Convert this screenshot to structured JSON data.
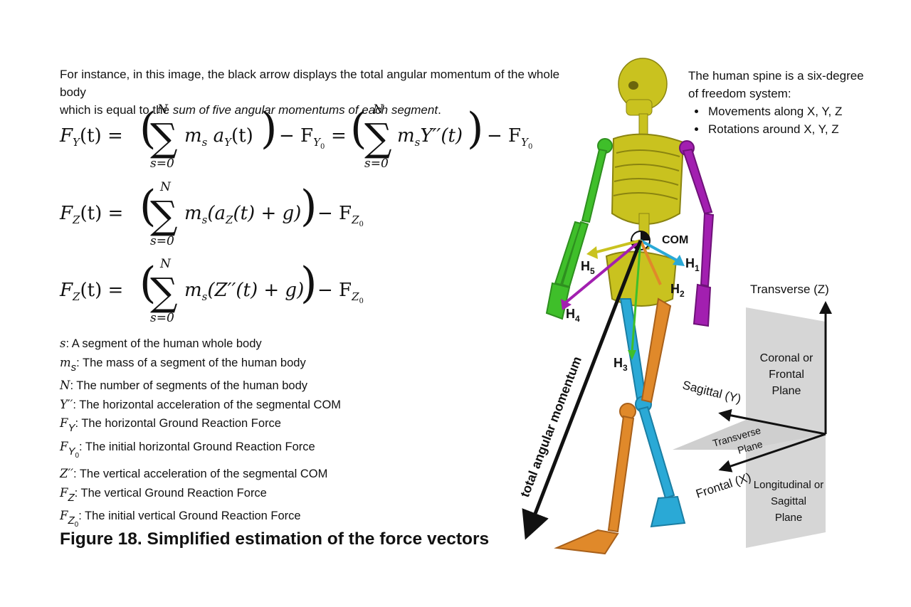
{
  "intro": {
    "line1": "For instance, in this image, the black arrow displays the total angular momentum of the whole body",
    "line2_plain": "which is equal to the ",
    "line2_italic": "sum of five angular momentums of each segment",
    "line2_end": "."
  },
  "equations": {
    "eq1": {
      "lhs": "F",
      "lhs_sub": "Y",
      "lhs_arg": "(t) =",
      "sum_top": "N",
      "sum_bottom": "s=0",
      "term_a": "m",
      "term_a_sub": "s",
      "term_a_rest": " a",
      "term_a_rest_sub": "Y",
      "term_a_end": "(t)",
      "minus1": "− F",
      "minus1_sub": "Y",
      "minus1_subsub": "0",
      "equals": "=",
      "term_b": "m",
      "term_b_sub": "s",
      "term_b_rest": "Y′′(t)",
      "minus2": "− F",
      "minus2_sub": "Y",
      "minus2_subsub": "0"
    },
    "eq2": {
      "lhs": "F",
      "lhs_sub": "Z",
      "lhs_arg": "(t) =",
      "sum_top": "N",
      "sum_bottom": "s=0",
      "term": "m",
      "term_sub": "s",
      "term_rest1": "(a",
      "term_rest_sub": "Z",
      "term_rest2": "(t) + g)",
      "minus": "− F",
      "minus_sub": "Z",
      "minus_subsub": "0"
    },
    "eq3": {
      "lhs": "F",
      "lhs_sub": "Z",
      "lhs_arg": "(t) =",
      "sum_top": "N",
      "sum_bottom": "s=0",
      "term": "m",
      "term_sub": "s",
      "term_rest": "(Z′′(t) + g)",
      "minus": "− F",
      "minus_sub": "Z",
      "minus_subsub": "0"
    }
  },
  "definitions": [
    {
      "sym": "s",
      "sym_sub": "",
      "sym_subsub": "",
      "text": ": A segment of the human whole body"
    },
    {
      "sym": "m",
      "sym_sub": "s",
      "sym_subsub": "",
      "text": ": The mass of a segment of the human body"
    },
    {
      "sym": "N",
      "sym_sub": "",
      "sym_subsub": "",
      "text": ": The number of segments of the human body"
    },
    {
      "sym": "Y′′",
      "sym_sub": "",
      "sym_subsub": "",
      "text": ": The horizontal acceleration of the segmental COM"
    },
    {
      "sym": "F",
      "sym_sub": "Y",
      "sym_subsub": "",
      "text": ": The horizontal Ground Reaction Force"
    },
    {
      "sym": "F",
      "sym_sub": "Y",
      "sym_subsub": "0",
      "text": ": The initial horizontal Ground Reaction Force"
    },
    {
      "sym": "Z′′",
      "sym_sub": "",
      "sym_subsub": "",
      "text": ": The vertical acceleration of the segmental COM"
    },
    {
      "sym": "F",
      "sym_sub": "Z",
      "sym_subsub": "",
      "text": ": The vertical Ground Reaction Force"
    },
    {
      "sym": "F",
      "sym_sub": "Z",
      "sym_subsub": "0",
      "text": ": The initial vertical Ground Reaction Force"
    }
  ],
  "caption": "Figure 18. Simplified estimation of the force vectors",
  "spine_note": {
    "line1": "The human spine is a six-degree",
    "line2": "of freedom system:",
    "bullets": [
      "Movements along X, Y, Z",
      "Rotations around X, Y, Z"
    ]
  },
  "figure": {
    "com_label": "COM",
    "h1": "H",
    "h1_sub": "1",
    "h2": "H",
    "h2_sub": "2",
    "h3": "H",
    "h3_sub": "3",
    "h4": "H",
    "h4_sub": "4",
    "h5": "H",
    "h5_sub": "5",
    "momentum_label": "total angular momentum",
    "colors": {
      "skull_torso": "#c9c21f",
      "left_arm": "#3fbf2a",
      "right_arm": "#a21fb0",
      "left_leg": "#2aa9d6",
      "right_leg": "#e0892a",
      "black_arrow": "#111111"
    }
  },
  "planes": {
    "transverse_z": "Transverse (Z)",
    "coronal_line1": "Coronal or",
    "coronal_line2": "Frontal",
    "coronal_line3": "Plane",
    "sagittal_y": "Sagittal (Y)",
    "transverse_plane_line1": "Transverse",
    "transverse_plane_line2": "Plane",
    "frontal_x": "Frontal (X)",
    "longitudinal_line1": "Longitudinal or",
    "longitudinal_line2": "Sagittal",
    "longitudinal_line3": "Plane"
  }
}
